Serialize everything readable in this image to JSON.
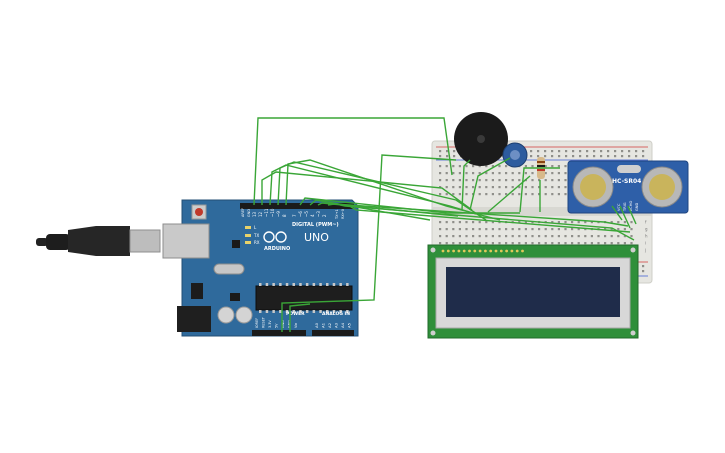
{
  "colors": {
    "background": "#ffffff",
    "arduino_board": "#2f6a9c",
    "breadboard": "#e6e6e1",
    "wire": "#3aa637",
    "lcd_pcb": "#2f8f3a",
    "lcd_screen": "#1f2c4a",
    "sensor_board": "#2e5fa8",
    "buzzer": "#1b1b1b"
  },
  "arduino": {
    "aref": "AREF",
    "gnd": "GND",
    "pin13": "13",
    "pin12": "12",
    "pin11": "~11",
    "pin10": "~10",
    "pin9": "~9",
    "pin8": "8",
    "pin7": "7",
    "pin6": "~6",
    "pin5": "~5",
    "pin4": "4",
    "pin3": "~3",
    "pin2": "2",
    "tx": "TX→1",
    "rx": "RX←0",
    "digital_label": "DIGITAL (PWM~)",
    "led_l": "L",
    "led_tx": "TX",
    "led_rx": "RX",
    "brand": "ARDUINO",
    "model": "UNO",
    "power_label": "POWER",
    "analog_label": "ANALOG IN",
    "power_pins": [
      "IOREF",
      "RESET",
      "3.3V",
      "5V",
      "GND",
      "GND",
      "Vin"
    ],
    "analog_pins": [
      "A0",
      "A1",
      "A2",
      "A3",
      "A4",
      "A5"
    ]
  },
  "sensor": {
    "model": "HC-SR04",
    "pins": [
      "VCC",
      "TRIG",
      "ECHO",
      "GND"
    ]
  },
  "breadboard": {
    "row_letters": [
      "a",
      "b",
      "c",
      "d",
      "e",
      "f",
      "g",
      "h",
      "i",
      "j"
    ]
  }
}
